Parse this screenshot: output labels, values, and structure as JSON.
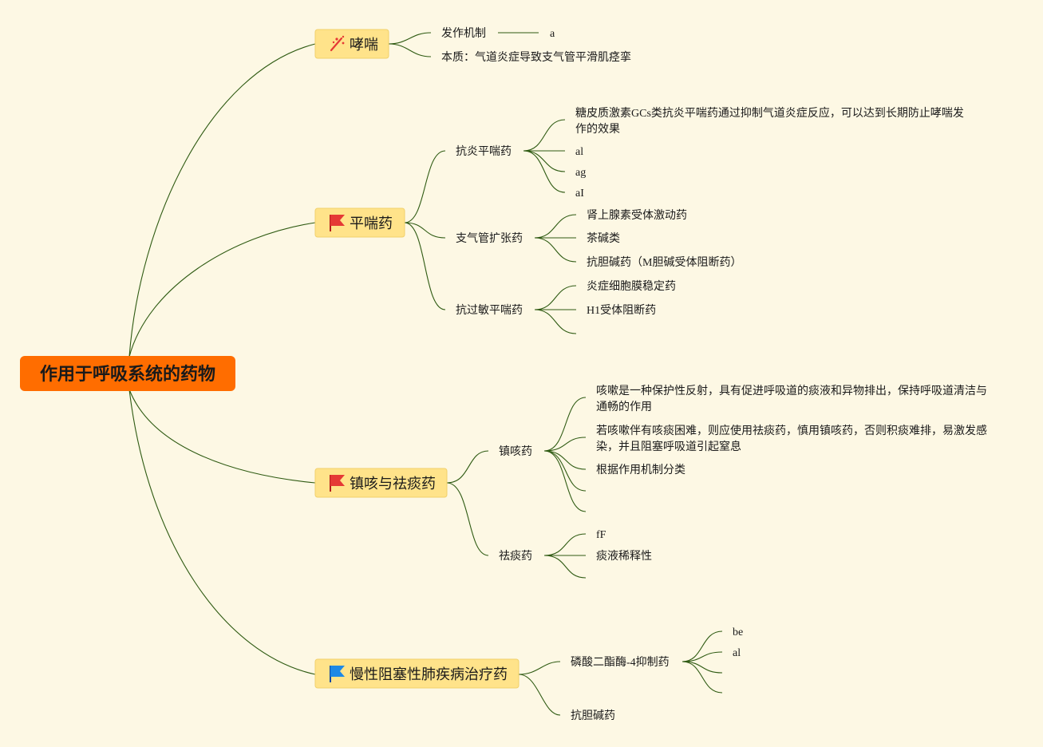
{
  "root": {
    "label": "作用于呼吸系统的药物",
    "color": "#ff6d00"
  },
  "branches": [
    {
      "label": "哮喘",
      "icon": "sparkle-icon",
      "icon_color": "#e53935",
      "children": [
        {
          "label": "发作机制",
          "children": [
            {
              "label": "a"
            }
          ]
        },
        {
          "label": "本质：气道炎症导致支气管平滑肌痉挛"
        }
      ]
    },
    {
      "label": "平喘药",
      "icon": "red-flag-icon",
      "icon_color": "#e53935",
      "children": [
        {
          "label": "抗炎平喘药",
          "children": [
            {
              "label": "糖皮质激素GCs类抗炎平喘药通过抑制气道炎症反应，可以达到长期防止哮喘发",
              "label_line2": "作的效果"
            },
            {
              "label": "al"
            },
            {
              "label": "ag"
            },
            {
              "label": "aI"
            }
          ]
        },
        {
          "label": "支气管扩张药",
          "children": [
            {
              "label": "肾上腺素受体激动药"
            },
            {
              "label": "茶碱类"
            },
            {
              "label": "抗胆碱药（M胆碱受体阻断药）"
            }
          ]
        },
        {
          "label": "抗过敏平喘药",
          "children": [
            {
              "label": "炎症细胞膜稳定药"
            },
            {
              "label": "H1受体阻断药"
            },
            {
              "label": ""
            }
          ]
        }
      ]
    },
    {
      "label": "镇咳与祛痰药",
      "icon": "red-flag-icon",
      "icon_color": "#e53935",
      "children": [
        {
          "label": "镇咳药",
          "children": [
            {
              "label": "咳嗽是一种保护性反射，具有促进呼吸道的痰液和异物排出，保持呼吸道清洁与",
              "label_line2": "通畅的作用"
            },
            {
              "label": "若咳嗽伴有咳痰困难，则应使用祛痰药，慎用镇咳药，否则积痰难排，易激发感",
              "label_line2": "染，并且阻塞呼吸道引起窒息"
            },
            {
              "label": "根据作用机制分类"
            },
            {
              "label": ""
            },
            {
              "label": ""
            }
          ]
        },
        {
          "label": "祛痰药",
          "children": [
            {
              "label": "fF"
            },
            {
              "label": "痰液稀释性"
            },
            {
              "label": ""
            }
          ]
        }
      ]
    },
    {
      "label": "慢性阻塞性肺疾病治疗药",
      "icon": "blue-flag-icon",
      "icon_color": "#1e88e5",
      "children": [
        {
          "label": "磷酸二酯酶-4抑制药",
          "children": [
            {
              "label": "be"
            },
            {
              "label": "al"
            },
            {
              "label": ""
            },
            {
              "label": ""
            }
          ]
        },
        {
          "label": "抗胆碱药"
        }
      ]
    }
  ]
}
